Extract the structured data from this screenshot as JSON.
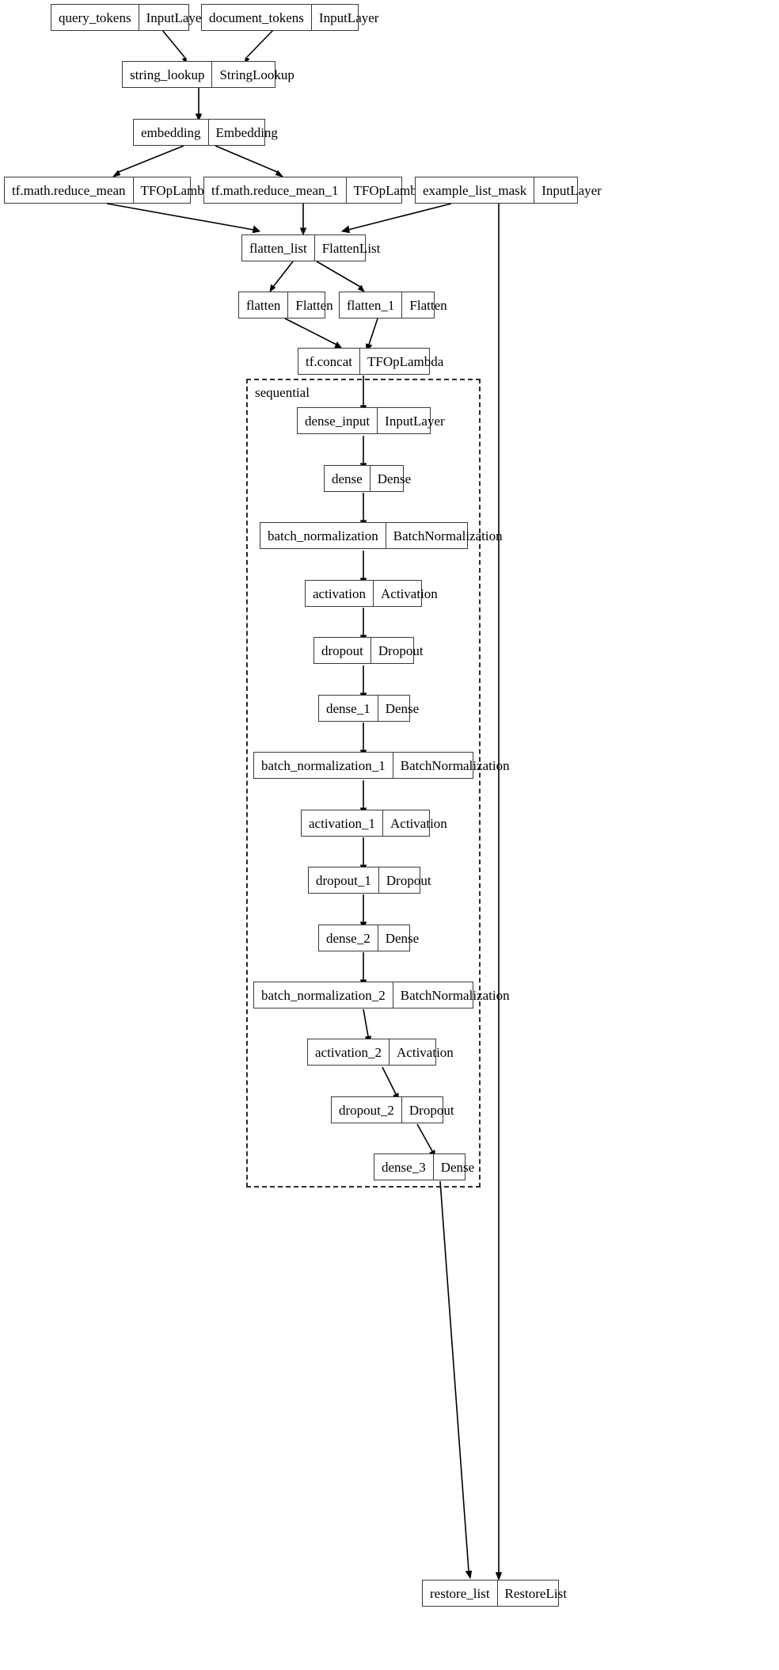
{
  "diagram": {
    "title": "Keras model architecture graph",
    "cluster": {
      "label": "sequential"
    },
    "nodes": [
      {
        "id": "query_tokens",
        "name": "query_tokens",
        "type": "InputLayer"
      },
      {
        "id": "document_tokens",
        "name": "document_tokens",
        "type": "InputLayer"
      },
      {
        "id": "string_lookup",
        "name": "string_lookup",
        "type": "StringLookup"
      },
      {
        "id": "embedding",
        "name": "embedding",
        "type": "Embedding"
      },
      {
        "id": "reduce_mean",
        "name": "tf.math.reduce_mean",
        "type": "TFOpLambda"
      },
      {
        "id": "reduce_mean_1",
        "name": "tf.math.reduce_mean_1",
        "type": "TFOpLambda"
      },
      {
        "id": "example_list_mask",
        "name": "example_list_mask",
        "type": "InputLayer"
      },
      {
        "id": "flatten_list",
        "name": "flatten_list",
        "type": "FlattenList"
      },
      {
        "id": "flatten",
        "name": "flatten",
        "type": "Flatten"
      },
      {
        "id": "flatten_1",
        "name": "flatten_1",
        "type": "Flatten"
      },
      {
        "id": "concat",
        "name": "tf.concat",
        "type": "TFOpLambda"
      },
      {
        "id": "dense_input",
        "name": "dense_input",
        "type": "InputLayer"
      },
      {
        "id": "dense",
        "name": "dense",
        "type": "Dense"
      },
      {
        "id": "batch_normalization",
        "name": "batch_normalization",
        "type": "BatchNormalization"
      },
      {
        "id": "activation",
        "name": "activation",
        "type": "Activation"
      },
      {
        "id": "dropout",
        "name": "dropout",
        "type": "Dropout"
      },
      {
        "id": "dense_1",
        "name": "dense_1",
        "type": "Dense"
      },
      {
        "id": "batch_normalization_1",
        "name": "batch_normalization_1",
        "type": "BatchNormalization"
      },
      {
        "id": "activation_1",
        "name": "activation_1",
        "type": "Activation"
      },
      {
        "id": "dropout_1",
        "name": "dropout_1",
        "type": "Dropout"
      },
      {
        "id": "dense_2",
        "name": "dense_2",
        "type": "Dense"
      },
      {
        "id": "batch_normalization_2",
        "name": "batch_normalization_2",
        "type": "BatchNormalization"
      },
      {
        "id": "activation_2",
        "name": "activation_2",
        "type": "Activation"
      },
      {
        "id": "dropout_2",
        "name": "dropout_2",
        "type": "Dropout"
      },
      {
        "id": "dense_3",
        "name": "dense_3",
        "type": "Dense"
      },
      {
        "id": "restore_list",
        "name": "restore_list",
        "type": "RestoreList"
      }
    ],
    "edges": [
      [
        "query_tokens",
        "string_lookup"
      ],
      [
        "document_tokens",
        "string_lookup"
      ],
      [
        "string_lookup",
        "embedding"
      ],
      [
        "embedding",
        "reduce_mean"
      ],
      [
        "embedding",
        "reduce_mean_1"
      ],
      [
        "reduce_mean",
        "flatten_list"
      ],
      [
        "reduce_mean_1",
        "flatten_list"
      ],
      [
        "example_list_mask",
        "flatten_list"
      ],
      [
        "example_list_mask",
        "restore_list"
      ],
      [
        "flatten_list",
        "flatten"
      ],
      [
        "flatten_list",
        "flatten_1"
      ],
      [
        "flatten",
        "concat"
      ],
      [
        "flatten_1",
        "concat"
      ],
      [
        "concat",
        "dense_input"
      ],
      [
        "dense_input",
        "dense"
      ],
      [
        "dense",
        "batch_normalization"
      ],
      [
        "batch_normalization",
        "activation"
      ],
      [
        "activation",
        "dropout"
      ],
      [
        "dropout",
        "dense_1"
      ],
      [
        "dense_1",
        "batch_normalization_1"
      ],
      [
        "batch_normalization_1",
        "activation_1"
      ],
      [
        "activation_1",
        "dropout_1"
      ],
      [
        "dropout_1",
        "dense_2"
      ],
      [
        "dense_2",
        "batch_normalization_2"
      ],
      [
        "batch_normalization_2",
        "activation_2"
      ],
      [
        "activation_2",
        "dropout_2"
      ],
      [
        "dropout_2",
        "dense_3"
      ],
      [
        "dense_3",
        "restore_list"
      ]
    ],
    "colors": {
      "node_border": "#3a3a3a",
      "edge": "#000000",
      "cluster_border": "#2b2b2b",
      "background": "#ffffff"
    }
  }
}
